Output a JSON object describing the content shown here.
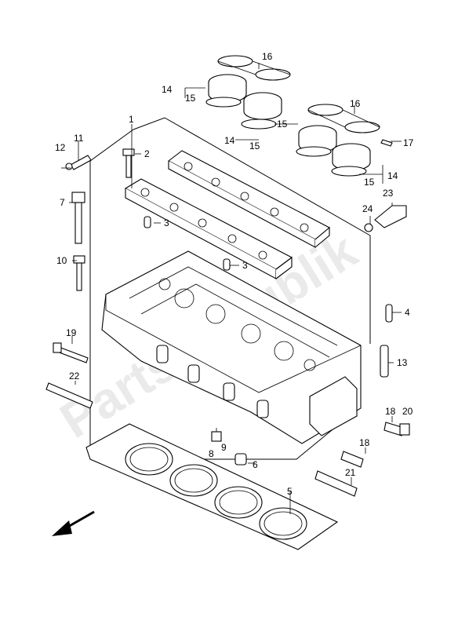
{
  "watermark": "PartsRepublik",
  "callouts": {
    "c1": "1",
    "c2": "2",
    "c3a": "3",
    "c3b": "3",
    "c4": "4",
    "c5": "5",
    "c6": "6",
    "c7": "7",
    "c8": "8",
    "c9": "9",
    "c10": "10",
    "c11": "11",
    "c12": "12",
    "c13": "13",
    "c14a": "14",
    "c14b": "14",
    "c14c": "14",
    "c14d": "14",
    "c15a": "15",
    "c15b": "15",
    "c15c": "15",
    "c15d": "15",
    "c16a": "16",
    "c16b": "16",
    "c17": "17",
    "c18a": "18",
    "c18b": "18",
    "c19": "19",
    "c20": "20",
    "c21": "21",
    "c22": "22",
    "c23": "23",
    "c24": "24"
  },
  "icons": {
    "direction": "front-direction-arrow-icon"
  }
}
